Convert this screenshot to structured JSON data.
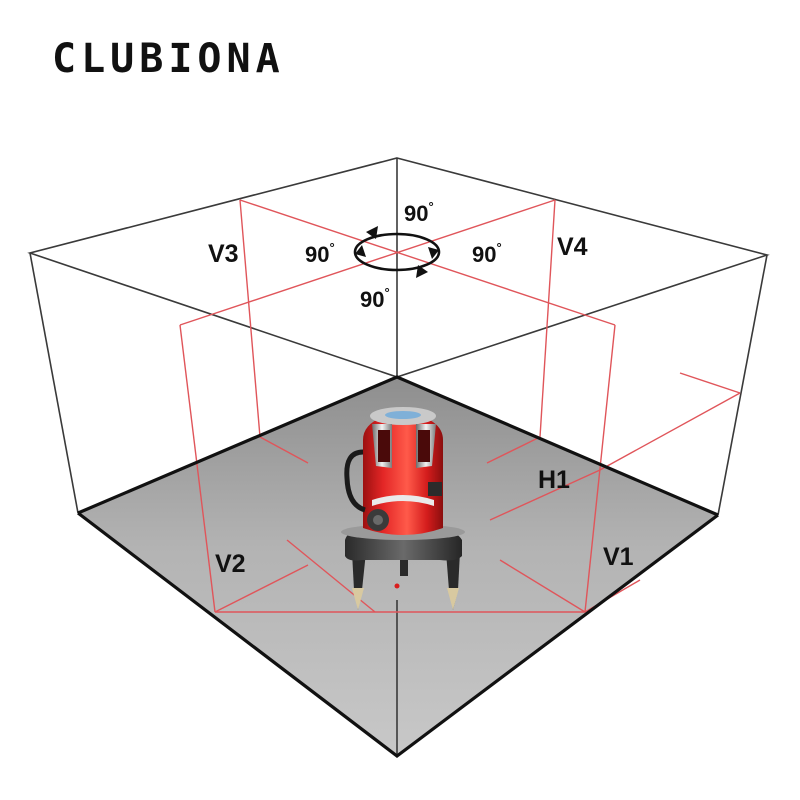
{
  "brand": {
    "name": "CLUBIONA"
  },
  "labels": {
    "v1": "V1",
    "v2": "V2",
    "v3": "V3",
    "v4": "V4",
    "h1": "H1"
  },
  "angles": {
    "top": "90",
    "left": "90",
    "right": "90",
    "bottom": "90",
    "unit_symbol": "°"
  },
  "colors": {
    "laser_line": "#e0555a",
    "floor": "#b3b3b3",
    "device_body": "#e32626",
    "frame": "#3a3a3a"
  }
}
